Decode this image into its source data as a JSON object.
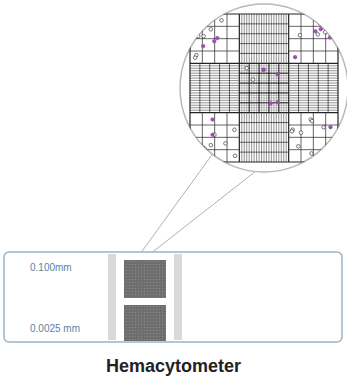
{
  "diagram": {
    "caption": "Hemacytometer",
    "labels": [
      "0.100mm",
      "0.0025 mm"
    ]
  }
}
